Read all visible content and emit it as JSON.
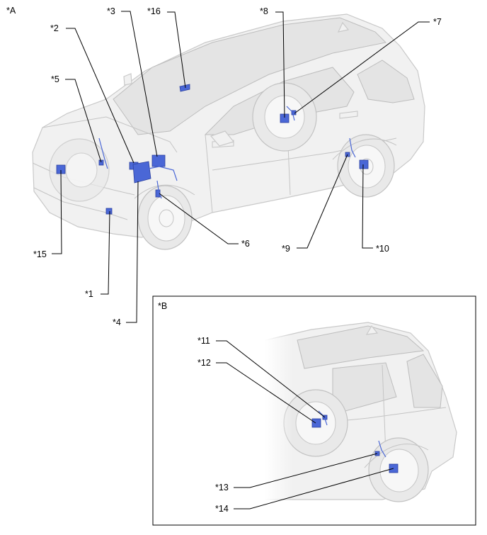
{
  "view_labels": {
    "a": "*A",
    "b": "*B"
  },
  "callouts": {
    "c1": "*1",
    "c2": "*2",
    "c3": "*3",
    "c4": "*4",
    "c5": "*5",
    "c6": "*6",
    "c7": "*7",
    "c8": "*8",
    "c9": "*9",
    "c10": "*10",
    "c11": "*11",
    "c12": "*12",
    "c13": "*13",
    "c14": "*14",
    "c15": "*15",
    "c16": "*16"
  },
  "colors": {
    "component_highlight": "#4a67d6",
    "vehicle_body": "#f1f1f1",
    "leader_line": "#000000"
  }
}
